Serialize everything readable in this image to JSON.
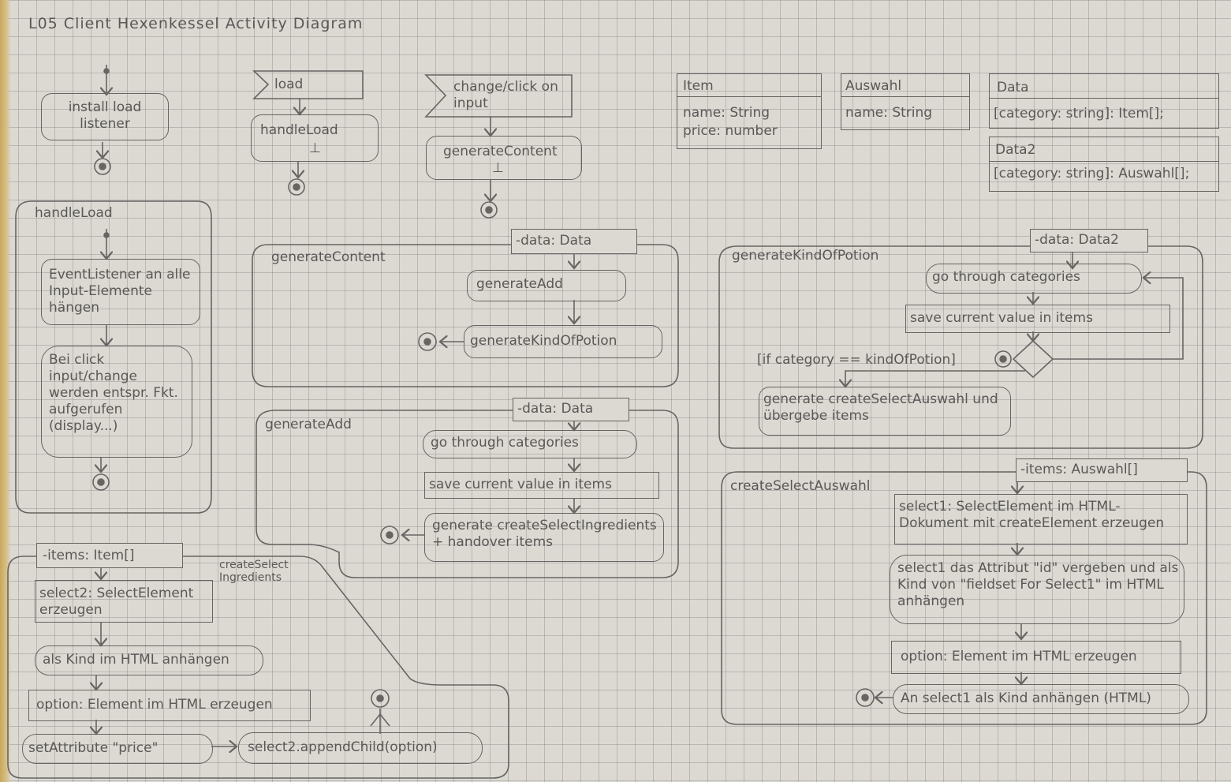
{
  "title": "L05 Client Hexenkessel Activity Diagram",
  "top": {
    "load_event": "load",
    "handleLoad_action": "handleLoad",
    "change_event": "change/click on input",
    "generateContent_action": "generateContent"
  },
  "classes": {
    "item": {
      "name": "Item",
      "f1": "name: String",
      "f2": "price: number"
    },
    "auswahl": {
      "name": "Auswahl",
      "f1": "name: String"
    },
    "data": {
      "name": "Data",
      "f1": "[category: string]: Item[];"
    },
    "data2": {
      "name": "Data2",
      "f1": "[category: string]: Auswahl[];"
    }
  },
  "main": {
    "install": "install load listener"
  },
  "handleLoad": {
    "label": "handleLoad",
    "step1": "EventListener an alle Input-Elemente hängen",
    "step2": "Bei click input/change werden entspr. Fkt. aufgerufen (display...)"
  },
  "generateContent": {
    "label": "generateContent",
    "param": "-data: Data",
    "step1": "generateAdd",
    "step2": "generateKindOfPotion"
  },
  "generateAdd": {
    "label": "generateAdd",
    "param": "-data: Data",
    "step1": "go through categories",
    "step2": "save current value in items",
    "step3": "generate createSelectIngredients + handover items"
  },
  "createSelectIngredients": {
    "label": "createSelect Ingredients",
    "param": "-items: Item[]",
    "step1": "select2: SelectElement erzeugen",
    "step2": "als Kind im HTML anhängen",
    "step3": "option: Element im HTML erzeugen",
    "step4": "setAttribute \"price\"",
    "step5": "select2.appendChild(option)"
  },
  "generateKindOfPotion": {
    "label": "generateKindOfPotion",
    "param": "-data: Data2",
    "step1": "go through categories",
    "step2": "save current value in items",
    "guard": "[if category == kindOfPotion]",
    "step3": "generate createSelectAuswahl und übergebe items"
  },
  "createSelectAuswahl": {
    "label": "createSelectAuswahl",
    "param": "-items: Auswahl[]",
    "step1": "select1: SelectElement im HTML-Dokument mit createElement erzeugen",
    "step2": "select1 das Attribut \"id\" vergeben und als Kind von \"fieldset For Select1\" im HTML anhängen",
    "step3": "option: Element im HTML erzeugen",
    "step4": "An select1 als Kind anhängen (HTML)"
  }
}
